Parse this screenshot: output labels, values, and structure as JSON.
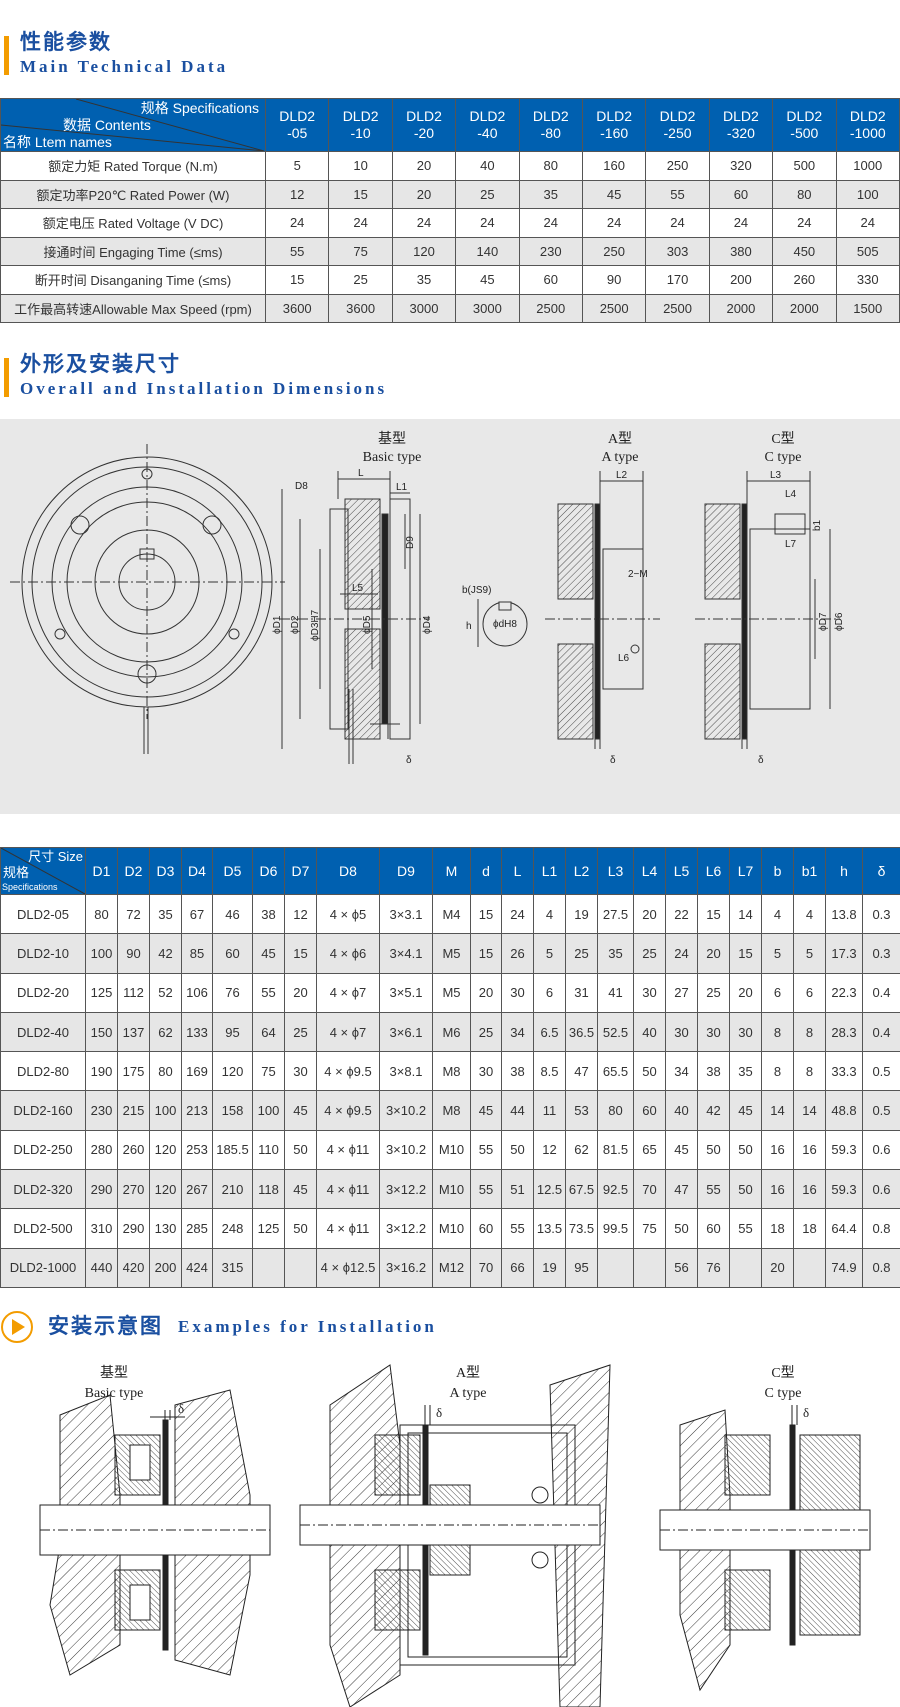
{
  "sections": {
    "technical": {
      "cn": "性能参数",
      "en": "Main Technical Data"
    },
    "dimensions": {
      "cn": "外形及安装尺寸",
      "en": "Overall and Installation Dimensions"
    },
    "installation": {
      "cn": "安装示意图",
      "en": "Examples for Installation"
    }
  },
  "table1": {
    "corner": {
      "spec": "规格 Specifications",
      "contents": "数据 Contents",
      "items": "名称 Ltem names"
    },
    "models": [
      [
        "DLD2",
        "-05"
      ],
      [
        "DLD2",
        "-10"
      ],
      [
        "DLD2",
        "-20"
      ],
      [
        "DLD2",
        "-40"
      ],
      [
        "DLD2",
        "-80"
      ],
      [
        "DLD2",
        "-160"
      ],
      [
        "DLD2",
        "-250"
      ],
      [
        "DLD2",
        "-320"
      ],
      [
        "DLD2",
        "-500"
      ],
      [
        "DLD2",
        "-1000"
      ]
    ],
    "rows": [
      {
        "label": "额定力矩 Rated Torque (N.m)",
        "values": [
          "5",
          "10",
          "20",
          "40",
          "80",
          "160",
          "250",
          "320",
          "500",
          "1000"
        ]
      },
      {
        "label": "额定功率P20℃ Rated Power (W)",
        "values": [
          "12",
          "15",
          "20",
          "25",
          "35",
          "45",
          "55",
          "60",
          "80",
          "100"
        ]
      },
      {
        "label": "额定电压 Rated Voltage (V DC)",
        "values": [
          "24",
          "24",
          "24",
          "24",
          "24",
          "24",
          "24",
          "24",
          "24",
          "24"
        ]
      },
      {
        "label": "接通时间 Engaging Time (≤ms)",
        "values": [
          "55",
          "75",
          "120",
          "140",
          "230",
          "250",
          "303",
          "380",
          "450",
          "505"
        ]
      },
      {
        "label": "断开时间 Disanganing Time (≤ms)",
        "values": [
          "15",
          "25",
          "35",
          "45",
          "60",
          "90",
          "170",
          "200",
          "260",
          "330"
        ]
      },
      {
        "label": "工作最高转速Allowable Max Speed (rpm)",
        "values": [
          "3600",
          "3600",
          "3000",
          "3000",
          "2500",
          "2500",
          "2500",
          "2000",
          "2000",
          "1500"
        ]
      }
    ]
  },
  "diagram": {
    "basic": {
      "cn": "基型",
      "en": "Basic type"
    },
    "a": {
      "cn": "A型",
      "en": "A type"
    },
    "c": {
      "cn": "C型",
      "en": "C type"
    },
    "labels": {
      "D8": "D8",
      "L": "L",
      "L1": "L1",
      "D9": "D9",
      "D1": "ϕD1",
      "D2": "ϕD2",
      "D3": "ϕD3H7",
      "L5": "L5",
      "D5": "ϕD5",
      "D4": "ϕD4",
      "delta": "δ",
      "b": "b(JS9)",
      "h": "h",
      "dH8": "ϕdH8",
      "L2": "L2",
      "M": "2−M",
      "L6": "L6",
      "L3": "L3",
      "L4": "L4",
      "L7": "L7",
      "b1": "b1",
      "D7": "ϕD7",
      "D6": "ϕD6"
    }
  },
  "table2": {
    "corner": {
      "size": "尺寸 Size",
      "spec_cn": "规格",
      "spec_en": "Specifications"
    },
    "columns": [
      "D1",
      "D2",
      "D3",
      "D4",
      "D5",
      "D6",
      "D7",
      "D8",
      "D9",
      "M",
      "d",
      "L",
      "L1",
      "L2",
      "L3",
      "L4",
      "L5",
      "L6",
      "L7",
      "b",
      "b1",
      "h",
      "δ"
    ],
    "rows": [
      {
        "model": "DLD2-05",
        "values": [
          "80",
          "72",
          "35",
          "67",
          "46",
          "38",
          "12",
          "4 × ϕ5",
          "3×3.1",
          "M4",
          "15",
          "24",
          "4",
          "19",
          "27.5",
          "20",
          "22",
          "15",
          "14",
          "4",
          "4",
          "13.8",
          "0.3"
        ]
      },
      {
        "model": "DLD2-10",
        "values": [
          "100",
          "90",
          "42",
          "85",
          "60",
          "45",
          "15",
          "4 × ϕ6",
          "3×4.1",
          "M5",
          "15",
          "26",
          "5",
          "25",
          "35",
          "25",
          "24",
          "20",
          "15",
          "5",
          "5",
          "17.3",
          "0.3"
        ]
      },
      {
        "model": "DLD2-20",
        "values": [
          "125",
          "112",
          "52",
          "106",
          "76",
          "55",
          "20",
          "4 × ϕ7",
          "3×5.1",
          "M5",
          "20",
          "30",
          "6",
          "31",
          "41",
          "30",
          "27",
          "25",
          "20",
          "6",
          "6",
          "22.3",
          "0.4"
        ]
      },
      {
        "model": "DLD2-40",
        "values": [
          "150",
          "137",
          "62",
          "133",
          "95",
          "64",
          "25",
          "4 × ϕ7",
          "3×6.1",
          "M6",
          "25",
          "34",
          "6.5",
          "36.5",
          "52.5",
          "40",
          "30",
          "30",
          "30",
          "8",
          "8",
          "28.3",
          "0.4"
        ]
      },
      {
        "model": "DLD2-80",
        "values": [
          "190",
          "175",
          "80",
          "169",
          "120",
          "75",
          "30",
          "4 × ϕ9.5",
          "3×8.1",
          "M8",
          "30",
          "38",
          "8.5",
          "47",
          "65.5",
          "50",
          "34",
          "38",
          "35",
          "8",
          "8",
          "33.3",
          "0.5"
        ]
      },
      {
        "model": "DLD2-160",
        "values": [
          "230",
          "215",
          "100",
          "213",
          "158",
          "100",
          "45",
          "4 × ϕ9.5",
          "3×10.2",
          "M8",
          "45",
          "44",
          "11",
          "53",
          "80",
          "60",
          "40",
          "42",
          "45",
          "14",
          "14",
          "48.8",
          "0.5"
        ]
      },
      {
        "model": "DLD2-250",
        "values": [
          "280",
          "260",
          "120",
          "253",
          "185.5",
          "110",
          "50",
          "4 × ϕ11",
          "3×10.2",
          "M10",
          "55",
          "50",
          "12",
          "62",
          "81.5",
          "65",
          "45",
          "50",
          "50",
          "16",
          "16",
          "59.3",
          "0.6"
        ]
      },
      {
        "model": "DLD2-320",
        "values": [
          "290",
          "270",
          "120",
          "267",
          "210",
          "118",
          "45",
          "4 × ϕ11",
          "3×12.2",
          "M10",
          "55",
          "51",
          "12.5",
          "67.5",
          "92.5",
          "70",
          "47",
          "55",
          "50",
          "16",
          "16",
          "59.3",
          "0.6"
        ]
      },
      {
        "model": "DLD2-500",
        "values": [
          "310",
          "290",
          "130",
          "285",
          "248",
          "125",
          "50",
          "4 × ϕ11",
          "3×12.2",
          "M10",
          "60",
          "55",
          "13.5",
          "73.5",
          "99.5",
          "75",
          "50",
          "60",
          "55",
          "18",
          "18",
          "64.4",
          "0.8"
        ]
      },
      {
        "model": "DLD2-1000",
        "values": [
          "440",
          "420",
          "200",
          "424",
          "315",
          "",
          "",
          "4 × ϕ12.5",
          "3×16.2",
          "M12",
          "70",
          "66",
          "19",
          "95",
          "",
          "",
          "56",
          "76",
          "",
          "20",
          "",
          "74.9",
          "0.8"
        ]
      }
    ]
  },
  "install": {
    "basic": {
      "cn": "基型",
      "en": "Basic type"
    },
    "a": {
      "cn": "A型",
      "en": "A type"
    },
    "c": {
      "cn": "C型",
      "en": "C type"
    },
    "delta": "δ"
  },
  "colors": {
    "accent": "#f39c00",
    "heading": "#1a4fa0",
    "table_header": "#0060b0",
    "row_alt": "#e6e6e6"
  }
}
